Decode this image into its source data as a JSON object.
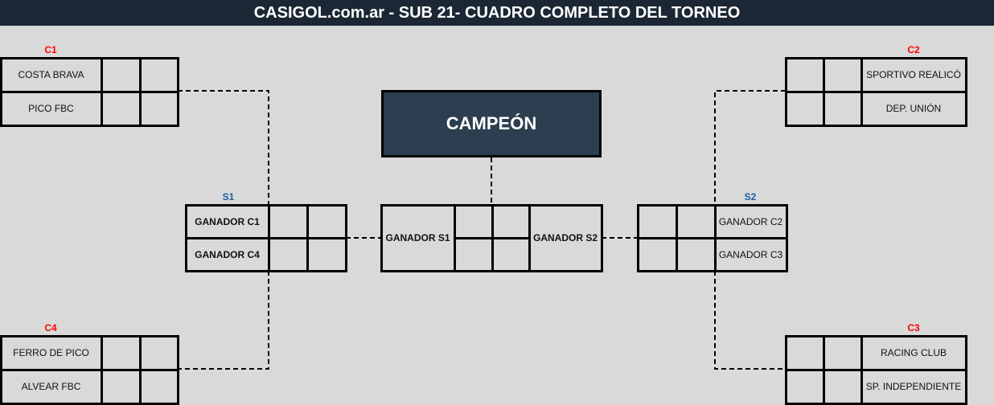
{
  "header": {
    "title": "CASIGOL.com.ar -  SUB 21- CUADRO COMPLETO DEL TORNEO"
  },
  "champion": {
    "label": "CAMPEÓN"
  },
  "groups": {
    "c1": {
      "label": "C1",
      "teams": [
        "COSTA BRAVA",
        "PICO FBC"
      ]
    },
    "c2": {
      "label": "C2",
      "teams": [
        "SPORTIVO REALICÓ",
        "DEP. UNIÓN"
      ]
    },
    "c3": {
      "label": "C3",
      "teams": [
        "RACING CLUB",
        "SP. INDEPENDIENTE"
      ]
    },
    "c4": {
      "label": "C4",
      "teams": [
        "FERRO DE PICO",
        "ALVEAR FBC"
      ]
    }
  },
  "semis": {
    "s1": {
      "label": "S1",
      "teams": [
        "GANADOR C1",
        "GANADOR C4"
      ]
    },
    "s2": {
      "label": "S2",
      "teams": [
        "GANADOR C2",
        "GANADOR C3"
      ]
    }
  },
  "final": {
    "teams": [
      "GANADOR S1",
      "GANADOR S2"
    ]
  },
  "colors": {
    "header": "#1b2734",
    "champion": "#2c3e50",
    "red": "#ff0000",
    "blue": "#1f5fa6"
  }
}
